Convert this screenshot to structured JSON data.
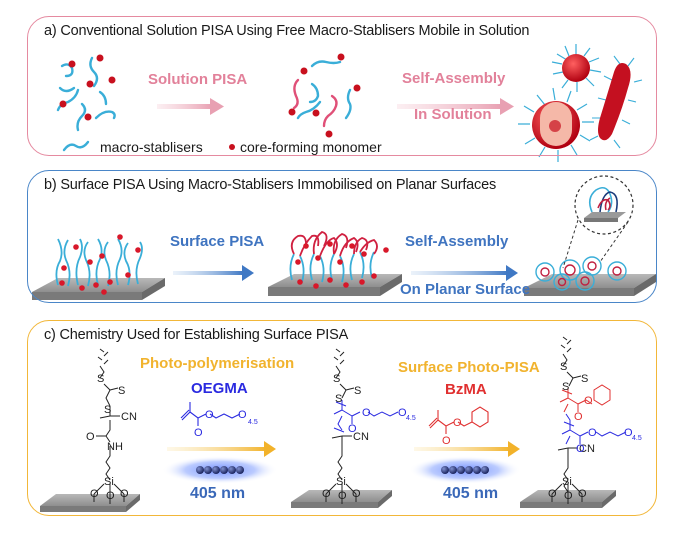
{
  "panels": {
    "a": {
      "title": "a) Conventional Solution PISA Using Free Macro-Stablisers Mobile in Solution",
      "step1_label": "Solution PISA",
      "step2_label_line1": "Self-Assembly",
      "step2_label_line2": "In Solution",
      "legend": {
        "macro_stabilisers": "macro-stablisers",
        "core_forming_monomer": "core-forming monomer"
      }
    },
    "b": {
      "title": "b) Surface PISA Using Macro-Stablisers Immobilised on Planar Surfaces",
      "step1_label": "Surface PISA",
      "step2_label_line1": "Self-Assembly",
      "step2_label_line2": "On Planar Surface"
    },
    "c": {
      "title": "c) Chemistry Used for Establishing Surface PISA",
      "step1_label": "Photo-polymerisation",
      "step1_monomer": "OEGMA",
      "step1_wavelength": "405 nm",
      "step2_label": "Surface Photo-PISA",
      "step2_monomer": "BzMA",
      "step2_wavelength": "405 nm",
      "chem": {
        "S": "S",
        "CN": "CN",
        "O": "O",
        "NH": "NH",
        "Si": "Si",
        "repeat": "4.5"
      }
    }
  },
  "colors": {
    "panel_a_border": "#e58aa0",
    "panel_b_border": "#4a86c8",
    "panel_c_border": "#f2b739",
    "monomer_red": "#c8101e",
    "stabiliser_cyan": "#3aaed8",
    "oegma_blue": "#2a2ae0",
    "bzma_red": "#e03030"
  }
}
